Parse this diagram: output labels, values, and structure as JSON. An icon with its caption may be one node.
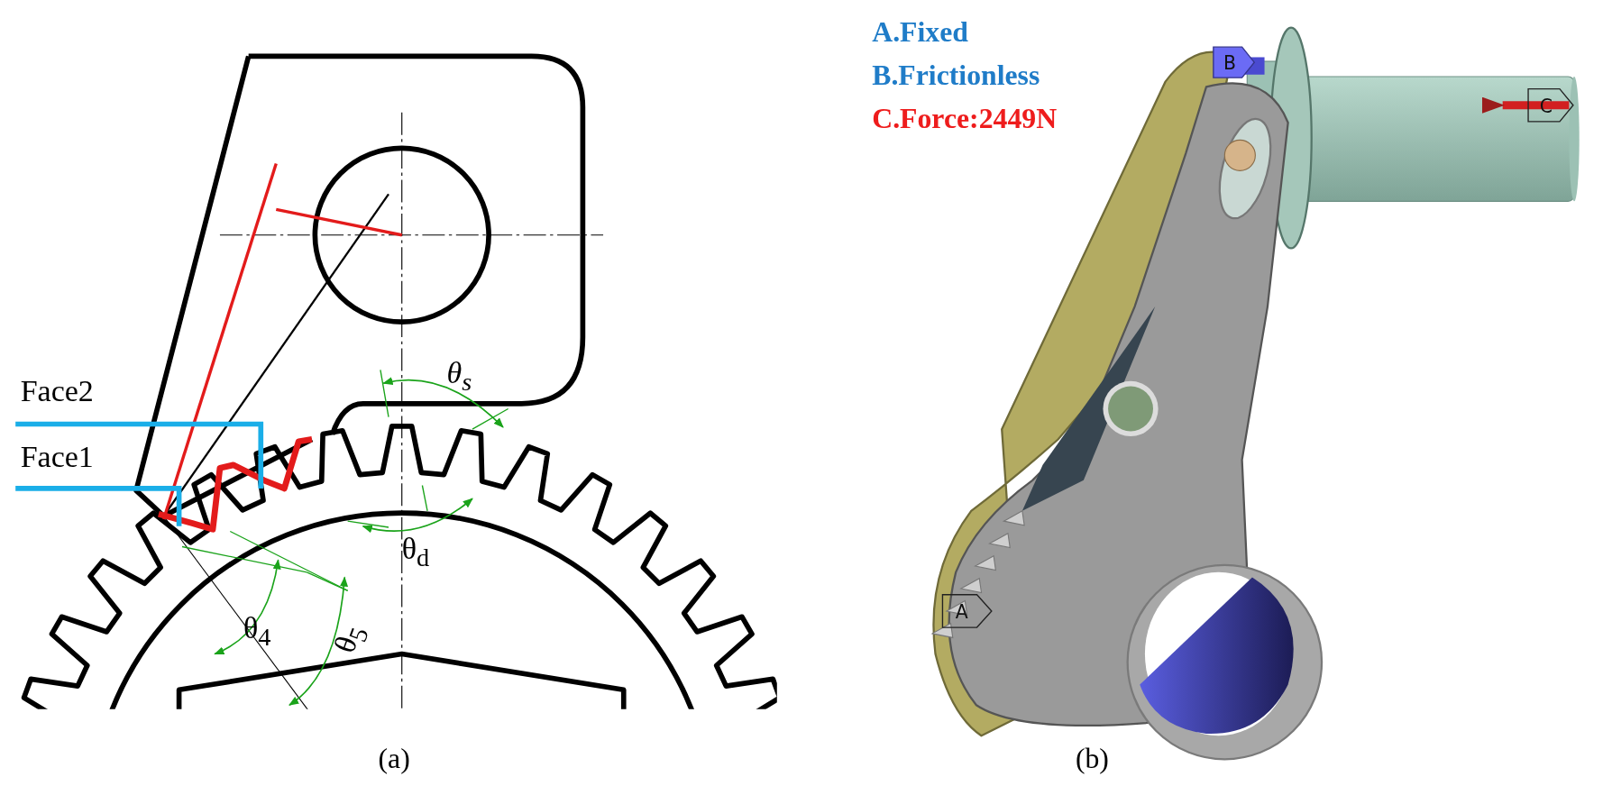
{
  "diagram": {
    "labels": [
      "Face2",
      "Face1",
      "θ$_{s}$",
      "θ$_{d}$",
      "θ$_{4}$",
      "θ$_{5}$",
      "(a)",
      "A.Fixed",
      "B.Frictionless",
      "C.Force:2449N",
      "B",
      "C",
      "A",
      "(b)"
    ]
  }
}
